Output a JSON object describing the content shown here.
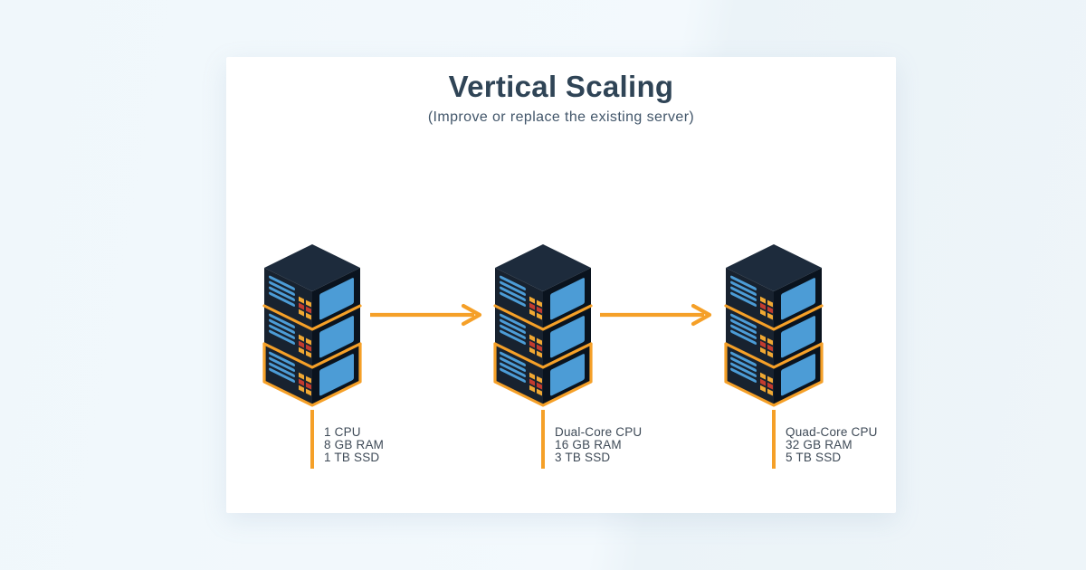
{
  "title": "Vertical Scaling",
  "subtitle": "(Improve or replace the existing server)",
  "stages": [
    {
      "specs": [
        "1 CPU",
        "8 GB RAM",
        "1 TB SSD"
      ]
    },
    {
      "specs": [
        "Dual-Core CPU",
        "16 GB RAM",
        "3 TB SSD"
      ]
    },
    {
      "specs": [
        "Quad-Core CPU",
        "32 GB RAM",
        "5 TB SSD"
      ]
    }
  ],
  "icons": {
    "server_stack": "server-stack-icon",
    "arrow": "arrow-right-icon"
  },
  "colors": {
    "background": "#eef5fa",
    "card": "#ffffff",
    "title_text": "#2f4456",
    "subtitle_text": "#42566a",
    "spec_text": "#3e4a57",
    "accent_orange": "#f5a028",
    "server_navy_top": "#1d2b3c",
    "server_navy_left": "#18222f",
    "server_black_right": "#0a131e",
    "screen_blue": "#4c9cd6",
    "led_yellow": "#f0a832",
    "led_red": "#c33b2f"
  }
}
